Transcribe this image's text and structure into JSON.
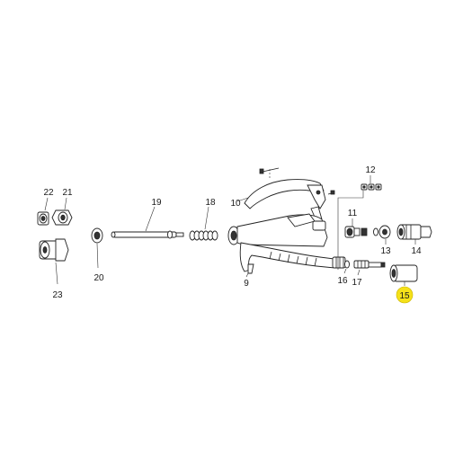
{
  "callouts": {
    "p9": "9",
    "p10": "10",
    "p11": "11",
    "p12": "12",
    "p13": "13",
    "p14": "14",
    "p15": "15",
    "p16": "16",
    "p17": "17",
    "p18": "18",
    "p19": "19",
    "p20": "20",
    "p21": "21",
    "p22": "22",
    "p23": "23"
  },
  "highlight": {
    "part": "15",
    "color": "#f5e11a"
  }
}
